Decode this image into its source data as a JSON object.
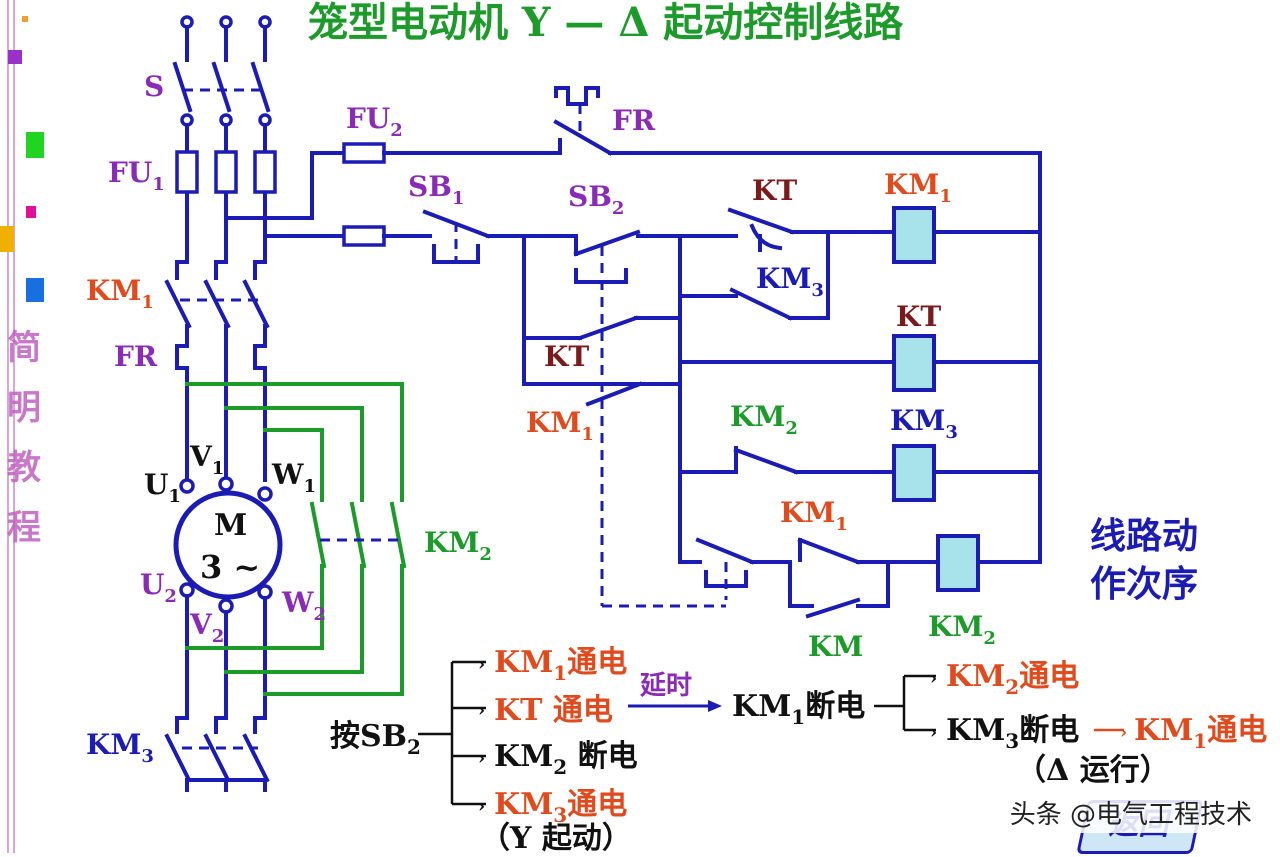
{
  "title": "笼型电动机 Y — Δ 起动控制线路",
  "sidebar": {
    "vertical_text": [
      "简",
      "明",
      "教",
      "程"
    ]
  },
  "labels": {
    "S": "S",
    "FU1": "FU",
    "FU1_sub": "1",
    "FU2": "FU",
    "FU2_sub": "2",
    "FR_top": "FR",
    "FR_main": "FR",
    "SB1": "SB",
    "SB1_sub": "1",
    "SB2": "SB",
    "SB2_sub": "2",
    "KT_contact_top": "KT",
    "KM1_coil": "KM",
    "KM1_coil_sub": "1",
    "KM3_contact": "KM",
    "KM3_contact_sub": "3",
    "KT_coil": "KT",
    "KT_contact_mid": "KT",
    "KM1_contact_mid": "KM",
    "KM1_contact_mid_sub": "1",
    "KM2_contact": "KM",
    "KM2_contact_sub": "2",
    "KM3_coil": "KM",
    "KM3_coil_sub": "3",
    "KM1_contact_low": "KM",
    "KM1_contact_low_sub": "1",
    "KM_contact": "KM",
    "KM2_coil": "KM",
    "KM2_coil_sub": "2",
    "KM1_main": "KM",
    "KM1_main_sub": "1",
    "KM3_main": "KM",
    "KM3_main_sub": "3",
    "KM2_main": "KM",
    "KM2_main_sub": "2",
    "U1": "U",
    "U1_sub": "1",
    "V1": "V",
    "V1_sub": "1",
    "W1": "W",
    "W1_sub": "1",
    "U2": "U",
    "U2_sub": "2",
    "V2": "V",
    "V2_sub": "2",
    "W2": "W",
    "W2_sub": "2",
    "motor_M": "M",
    "motor_3": "3 ~"
  },
  "sequence_title": [
    "线路动",
    "作次序"
  ],
  "sequence": {
    "press": "按SB",
    "press_sub": "2",
    "step1a": "KM",
    "step1a_sub": "1",
    "step1a_tail": "通电",
    "step1b": "KT 通电",
    "step1c": "KM",
    "step1c_sub": "2",
    "step1c_tail": " 断电",
    "step1d": "KM",
    "step1d_sub": "3",
    "step1d_tail": "通电",
    "y_start": "（Y 起动）",
    "delay": "延时",
    "step2": "KM",
    "step2_sub": "1",
    "step2_tail": "断电",
    "step3a": "KM",
    "step3a_sub": "2",
    "step3a_tail": "通电",
    "step3b": "KM",
    "step3b_sub": "3",
    "step3b_tail": "断电",
    "step4": "KM",
    "step4_sub": "1",
    "step4_tail": "通电",
    "delta_run": "（Δ 运行）"
  },
  "nav": {
    "back": "返回"
  },
  "watermark": "头条 @电气工程技术",
  "colors": {
    "wire": "#1b1bb5",
    "green_wire": "#1c9a2a",
    "title": "#1c9a2a",
    "label_purple": "#8a2bb8",
    "label_red": "#e14a1c",
    "label_dark": "#7a1a1a",
    "coil_fill": "#a8e3ec"
  }
}
